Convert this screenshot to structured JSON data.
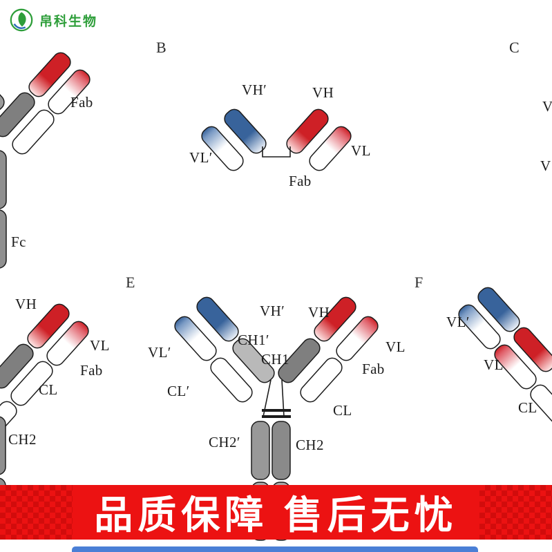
{
  "logo": {
    "brand": "帛科生物"
  },
  "panel_a": {
    "fab": "Fab",
    "fc": "Fc"
  },
  "panel_b": {
    "letter": "B",
    "vh_prime": "VH′",
    "vh": "VH",
    "vl_prime": "VL′",
    "vl": "VL",
    "fab": "Fab"
  },
  "panel_c": {
    "letter": "C",
    "v_top": "V",
    "v_bottom": "V"
  },
  "panel_d": {
    "vh": "VH",
    "vl": "VL",
    "fab": "Fab",
    "cl": "CL",
    "ch2": "CH2"
  },
  "panel_e": {
    "letter": "E",
    "vh_prime": "VH′",
    "vl_prime": "VL′",
    "ch1_prime": "CH1′",
    "ch1": "CH1",
    "vh": "VH",
    "vl": "VL",
    "fab": "Fab",
    "cl_prime": "CL′",
    "cl": "CL",
    "ch2_prime": "CH2′",
    "ch2": "CH2"
  },
  "panel_f": {
    "letter": "F",
    "vl_prime": "VL′",
    "vl": "VL",
    "cl": "CL"
  },
  "banner": {
    "text": "品质保障 售后无忧"
  },
  "colors": {
    "banner_red": "#ec1212",
    "domain_red": "#ce2026",
    "domain_blue": "#38639b",
    "domain_gray": "#8a8a8a",
    "logo_green": "#2e9e3a",
    "bottom_strip_blue": "#4a7fd6"
  }
}
